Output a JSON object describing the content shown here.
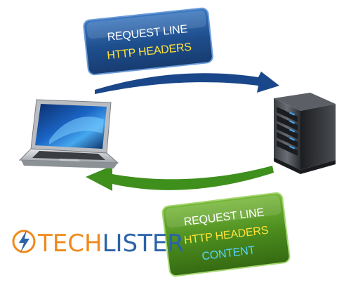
{
  "request_box": {
    "line1": "REQUEST LINE",
    "line2": "HTTP HEADERS",
    "fill_color": "#1f4f8e",
    "line1_color": "#ffffff",
    "line2_color": "#ffe43a"
  },
  "response_box": {
    "line1": "REQUEST LINE",
    "line2": "HTTP HEADERS",
    "line3": "CONTENT",
    "fill_color": "#4a8a1d",
    "line1_color": "#ffffff",
    "line2_color": "#ffe43a",
    "line3_color": "#56d4ff"
  },
  "arrows": {
    "request_color": "#1a4789",
    "response_color": "#3f8f1c"
  },
  "devices": {
    "client": "laptop-icon",
    "server": "server-tower-icon"
  },
  "logo": {
    "part1": "TECH",
    "part2": "LISTER",
    "part1_color": "#f08a1c",
    "part2_color": "#2a63a8"
  }
}
